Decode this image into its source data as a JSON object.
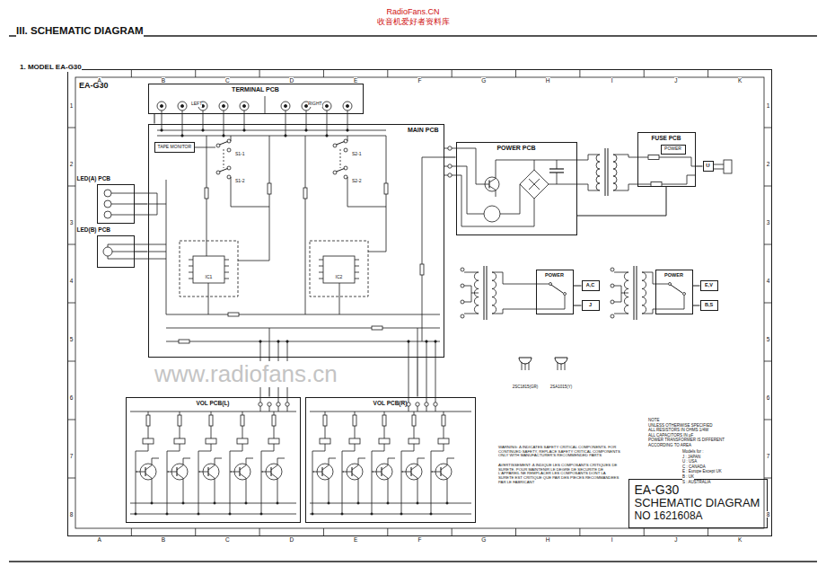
{
  "diagram": {
    "title": "III. SCHEMATIC DIAGRAM",
    "nodes": [
      {
        "text": [
          "EA-G30"
        ]
      },
      {
        "text": [
          "TERMINAL PCB"
        ],
        "in": 0
      },
      {
        "text": [
          "MAIN PCB"
        ],
        "in": 0
      },
      {
        "text": [
          "TAPE MONITOR"
        ],
        "in": 2
      },
      {
        "text": [
          "LED(A) PCB"
        ],
        "in": 0
      },
      {
        "text": [
          "LED(B) PCB"
        ],
        "in": 0
      },
      {
        "text": [
          "POWER PCB"
        ],
        "in": 0
      },
      {
        "text": [
          "FUSE PCB"
        ],
        "in": 0
      },
      {
        "text": [
          "POWER"
        ],
        "in": 7
      },
      {
        "text": [
          "U"
        ],
        "in": 0
      },
      {
        "text": [
          "VOL PCB(L)"
        ],
        "in": 0
      },
      {
        "text": [
          "VOL PCB(R)"
        ],
        "in": 0
      },
      {
        "text": [
          "POWER"
        ],
        "in": 0
      },
      {
        "text": [
          "A,C"
        ],
        "in": 0
      },
      {
        "text": [
          "J"
        ],
        "in": 0
      },
      {
        "text": [
          "POWER"
        ],
        "in": 0
      },
      {
        "text": [
          "E,V"
        ],
        "in": 0
      },
      {
        "text": [
          "B,S"
        ],
        "in": 0
      },
      {
        "text": [
          "EA-G30",
          "SCHEMATIC DIAGRAM",
          "NO 1621608A"
        ],
        "in": 0
      }
    ],
    "edges": [
      {
        "from": 1,
        "to": 2,
        "arrow": "none"
      },
      {
        "from": 4,
        "to": 2,
        "arrow": "none"
      },
      {
        "from": 5,
        "to": 2,
        "arrow": "none"
      },
      {
        "from": 2,
        "to": 6,
        "arrow": "none"
      },
      {
        "from": 6,
        "to": 7,
        "arrow": "none"
      },
      {
        "from": 7,
        "to": 9,
        "arrow": "none"
      },
      {
        "from": 2,
        "to": 10,
        "arrow": "none"
      },
      {
        "from": 2,
        "to": 11,
        "arrow": "none"
      },
      {
        "from": 12,
        "to": 13,
        "arrow": "none"
      },
      {
        "from": 12,
        "to": 14,
        "arrow": "none"
      },
      {
        "from": 15,
        "to": 16,
        "arrow": "none"
      },
      {
        "from": 15,
        "to": 17,
        "arrow": "none"
      }
    ],
    "labels": [
      "RadioFans.CN",
      "收音机爱好者资料库",
      "1. MODEL EA-G30",
      "A",
      "B",
      "C",
      "D",
      "E",
      "F",
      "G",
      "H",
      "I",
      "J",
      "K",
      "A",
      "B",
      "C",
      "D",
      "E",
      "F",
      "G",
      "H",
      "I",
      "J",
      "K",
      "1",
      "2",
      "3",
      "4",
      "5",
      "6",
      "7",
      "8",
      "1",
      "2",
      "3",
      "4",
      "5",
      "6",
      "7",
      "8",
      "LEFT",
      "RIGHT",
      "S1-1",
      "S1-2",
      "S2-1",
      "S2-2",
      "IC1",
      "IC2",
      "www.radiofans.cn",
      "2SC1815(GR)",
      "2SA1015(Y)",
      "WARNING: Δ INDICATES SAFETY CRITICAL COMPONENTS. FOR CONTINUED SAFETY, REPLACE SAFETY CRITICAL COMPONENTS ONLY WITH MANUFACTURER'S RECOMMENDED PARTS",
      "AVERTISSEMENT: Δ INDIQUE LES COMPOSANTS CRITIQUES DE SURETE. POUR MAINTENIR LE DEGRE DE SECURITE DE L'APPAREIL NE REMPLACER LES COMPOSANTS DONT LA SURETE EST CRITIQUE QUE PAR DES PIECES RECOMMANDEES PAR LE FABRICANT",
      "NOTE",
      "UNLESS OTHERWISE SPECIFIED",
      "ALL RESISTORS IN OHMS 1/4W",
      "ALL CAPACITORS IN µF",
      "POWER TRANSFORMER IS DIFFERENT",
      "ACCORDING TO AREA",
      "Models for :",
      "J : JAPAN",
      "U : USA",
      "C : CANADA",
      "E : Europe Except UK",
      "B : UK",
      "S : AUSTRALIA"
    ]
  }
}
